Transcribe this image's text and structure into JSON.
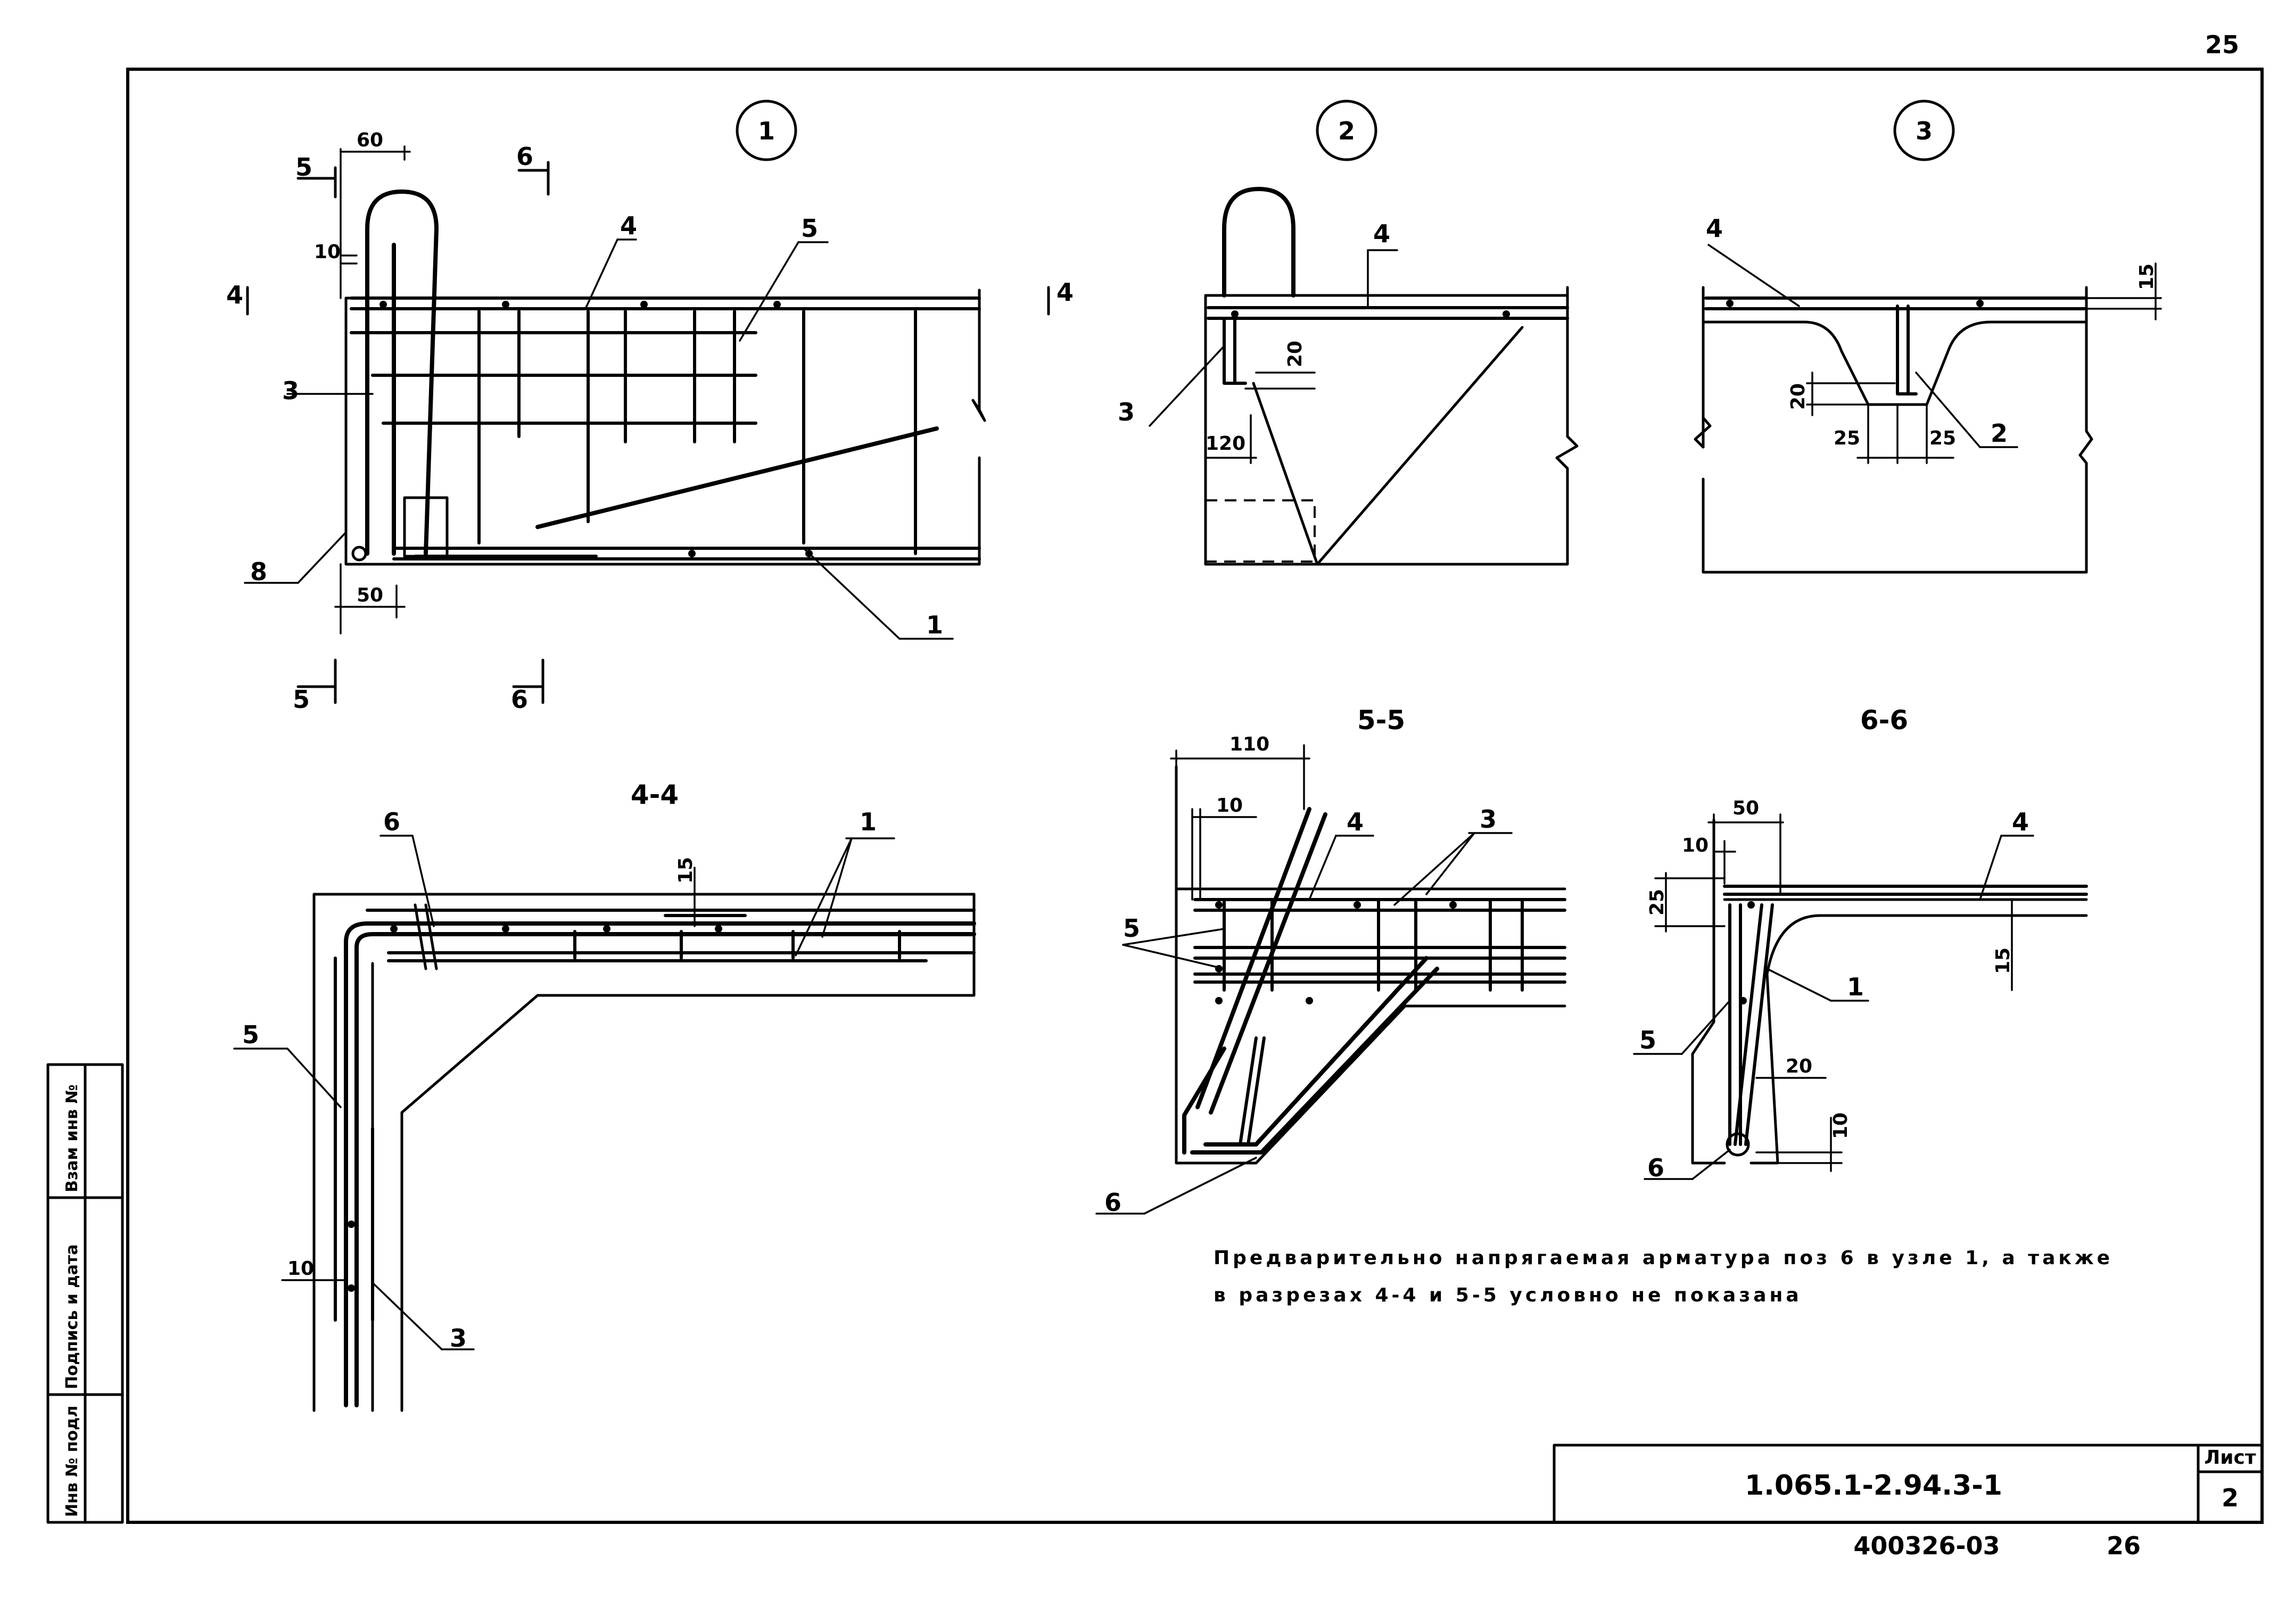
{
  "page": {
    "number": "25",
    "archive": "400326-03",
    "archive_page": "26"
  },
  "nodes": [
    "1",
    "2",
    "3"
  ],
  "sections": {
    "s44": "4-4",
    "s55": "5-5",
    "s66": "6-6"
  },
  "cut_marks": {
    "a": "4",
    "b": "4",
    "c": "5",
    "d": "5",
    "e": "6",
    "f": "6"
  },
  "node1": {
    "dims": [
      "60",
      "10",
      "50"
    ],
    "labels": [
      "4",
      "5",
      "3",
      "8",
      "1"
    ]
  },
  "node2": {
    "dims": [
      "20",
      "120"
    ],
    "labels": [
      "4",
      "3"
    ]
  },
  "node3": {
    "dims": [
      "15",
      "20",
      "25",
      "25"
    ],
    "labels": [
      "4",
      "2"
    ]
  },
  "sec44": {
    "dims": [
      "15",
      "10"
    ],
    "labels": [
      "6",
      "1",
      "5",
      "3"
    ]
  },
  "sec55": {
    "dims": [
      "110",
      "10"
    ],
    "labels": [
      "4",
      "3",
      "5",
      "6"
    ]
  },
  "sec66": {
    "dims": [
      "50",
      "10",
      "25",
      "15",
      "20",
      "10"
    ],
    "labels": [
      "4",
      "1",
      "5",
      "6"
    ]
  },
  "note": {
    "line1": "Предварительно напрягаемая арматура поз 6 в узле 1, а также",
    "line2": "в разрезах 4-4 и 5-5 условно не показана"
  },
  "title_block": {
    "code": "1.065.1-2.94.3-1",
    "sheet_label": "Лист",
    "sheet": "2"
  },
  "side_stamp": [
    "Инв № подл",
    "Подпись и дата",
    "Взам инв №"
  ],
  "colors": {
    "ink": "#000000",
    "paper": "#ffffff"
  }
}
